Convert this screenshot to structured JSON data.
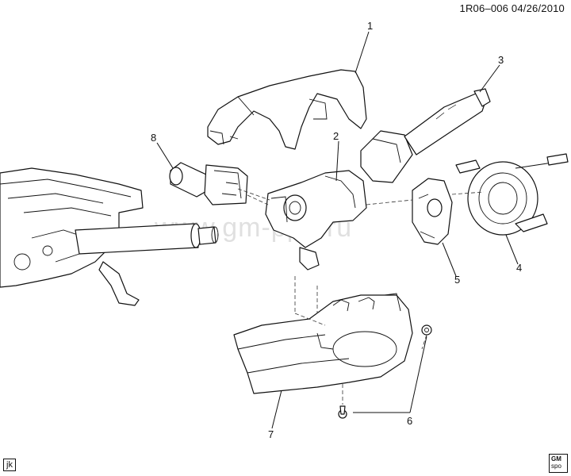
{
  "header": {
    "code": "1R06–006  04/26/2010"
  },
  "watermark": {
    "text": "www.gm-ppd.ru"
  },
  "footer": {
    "code": "jk"
  },
  "logo": {
    "text_top": "GM",
    "text_bottom": "spo"
  },
  "callouts": [
    "1",
    "2",
    "3",
    "4",
    "5",
    "6",
    "7",
    "8"
  ]
}
